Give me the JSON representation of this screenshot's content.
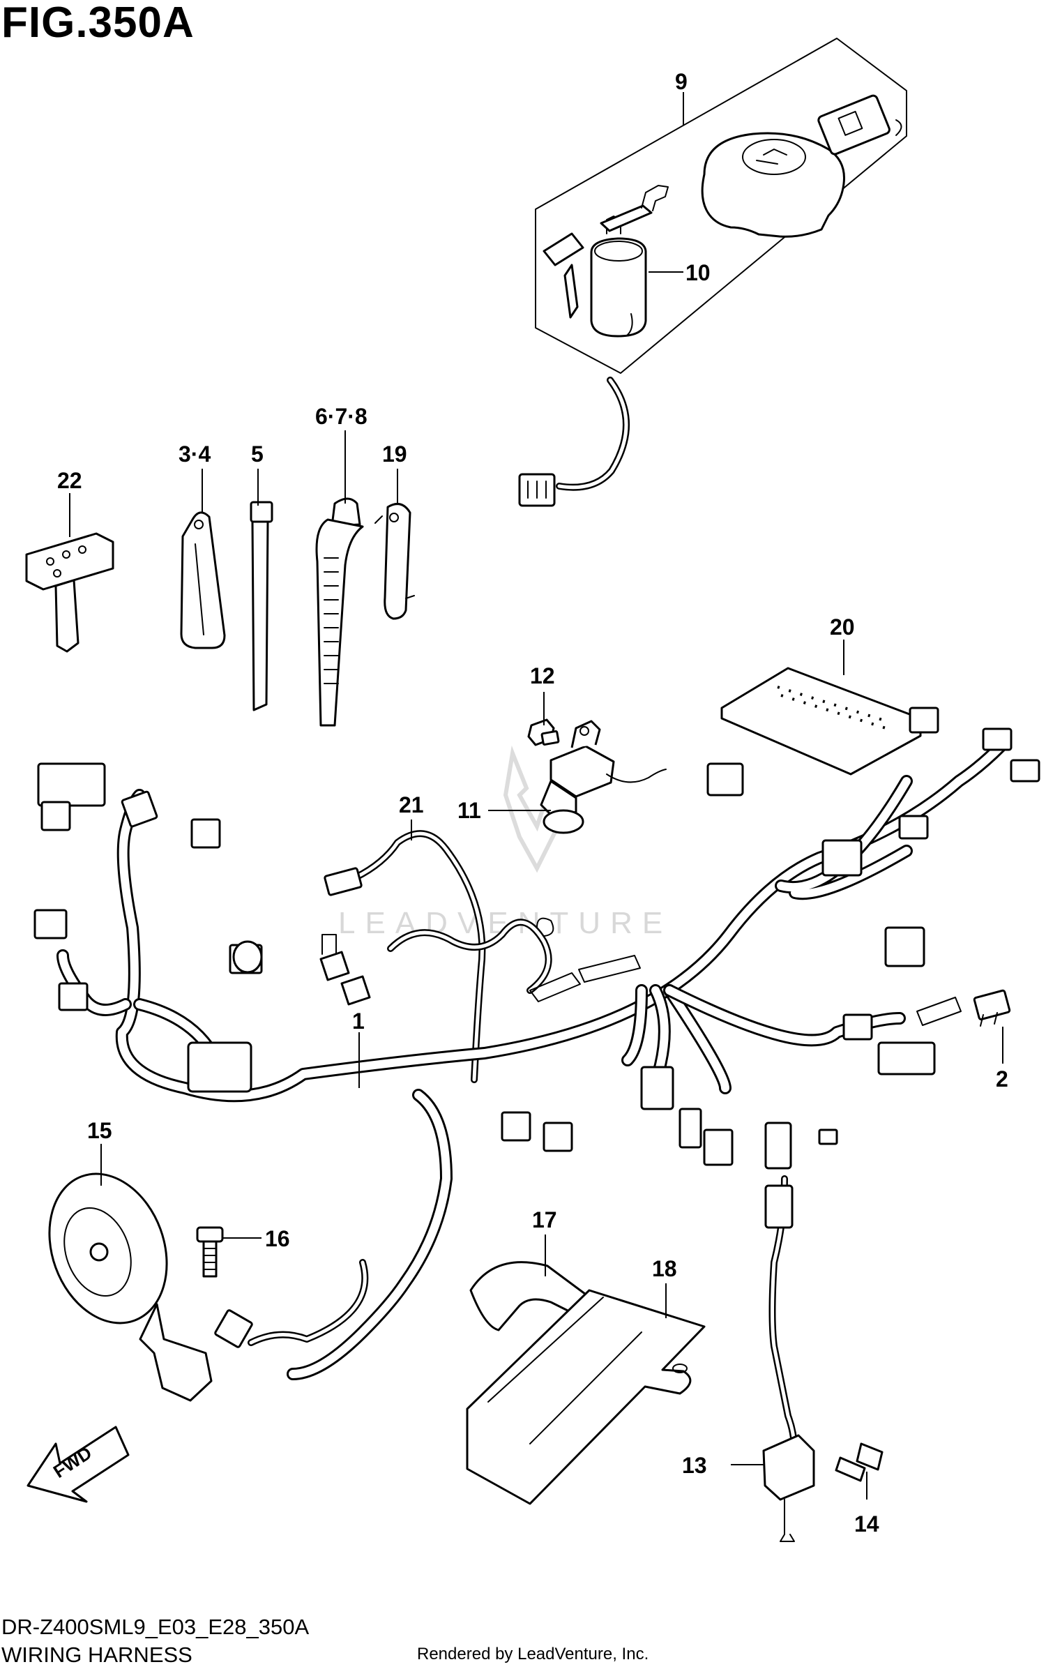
{
  "figure": {
    "title": "FIG.350A",
    "model_code": "DR-Z400SML9_E03_E28_350A",
    "section_name": "WIRING HARNESS",
    "credit": "Rendered by LeadVenture, Inc.",
    "watermark": "LEADVENTURE",
    "direction_label": "FWD"
  },
  "callouts": [
    {
      "label": "9"
    },
    {
      "label": "10"
    },
    {
      "label": "3·4"
    },
    {
      "label": "5"
    },
    {
      "label": "6·7·8"
    },
    {
      "label": "19"
    },
    {
      "label": "22"
    },
    {
      "label": "20"
    },
    {
      "label": "12"
    },
    {
      "label": "11"
    },
    {
      "label": "21"
    },
    {
      "label": "1"
    },
    {
      "label": "2"
    },
    {
      "label": "15"
    },
    {
      "label": "16"
    },
    {
      "label": "17"
    },
    {
      "label": "18"
    },
    {
      "label": "13"
    },
    {
      "label": "14"
    }
  ],
  "parts": [
    {
      "icon": "ignition-lock-set-icon"
    },
    {
      "icon": "ignition-switch-icon"
    },
    {
      "icon": "clamp-icon"
    },
    {
      "icon": "cable-tie-icon"
    },
    {
      "icon": "harness-clamp-icon"
    },
    {
      "icon": "hose-clamp-icon"
    },
    {
      "icon": "key-icon"
    },
    {
      "icon": "label-sheet-icon"
    },
    {
      "icon": "screw-icon"
    },
    {
      "icon": "switch-icon"
    },
    {
      "icon": "sub-harness-icon"
    },
    {
      "icon": "main-harness-icon"
    },
    {
      "icon": "fuse-icon"
    },
    {
      "icon": "horn-icon"
    },
    {
      "icon": "bolt-icon"
    },
    {
      "icon": "cover-icon"
    },
    {
      "icon": "bracket-icon"
    },
    {
      "icon": "sensor-icon"
    },
    {
      "icon": "bolt-icon"
    }
  ],
  "colors": {
    "line": "#000000",
    "background": "#ffffff",
    "watermark": "#d8d8d8"
  }
}
